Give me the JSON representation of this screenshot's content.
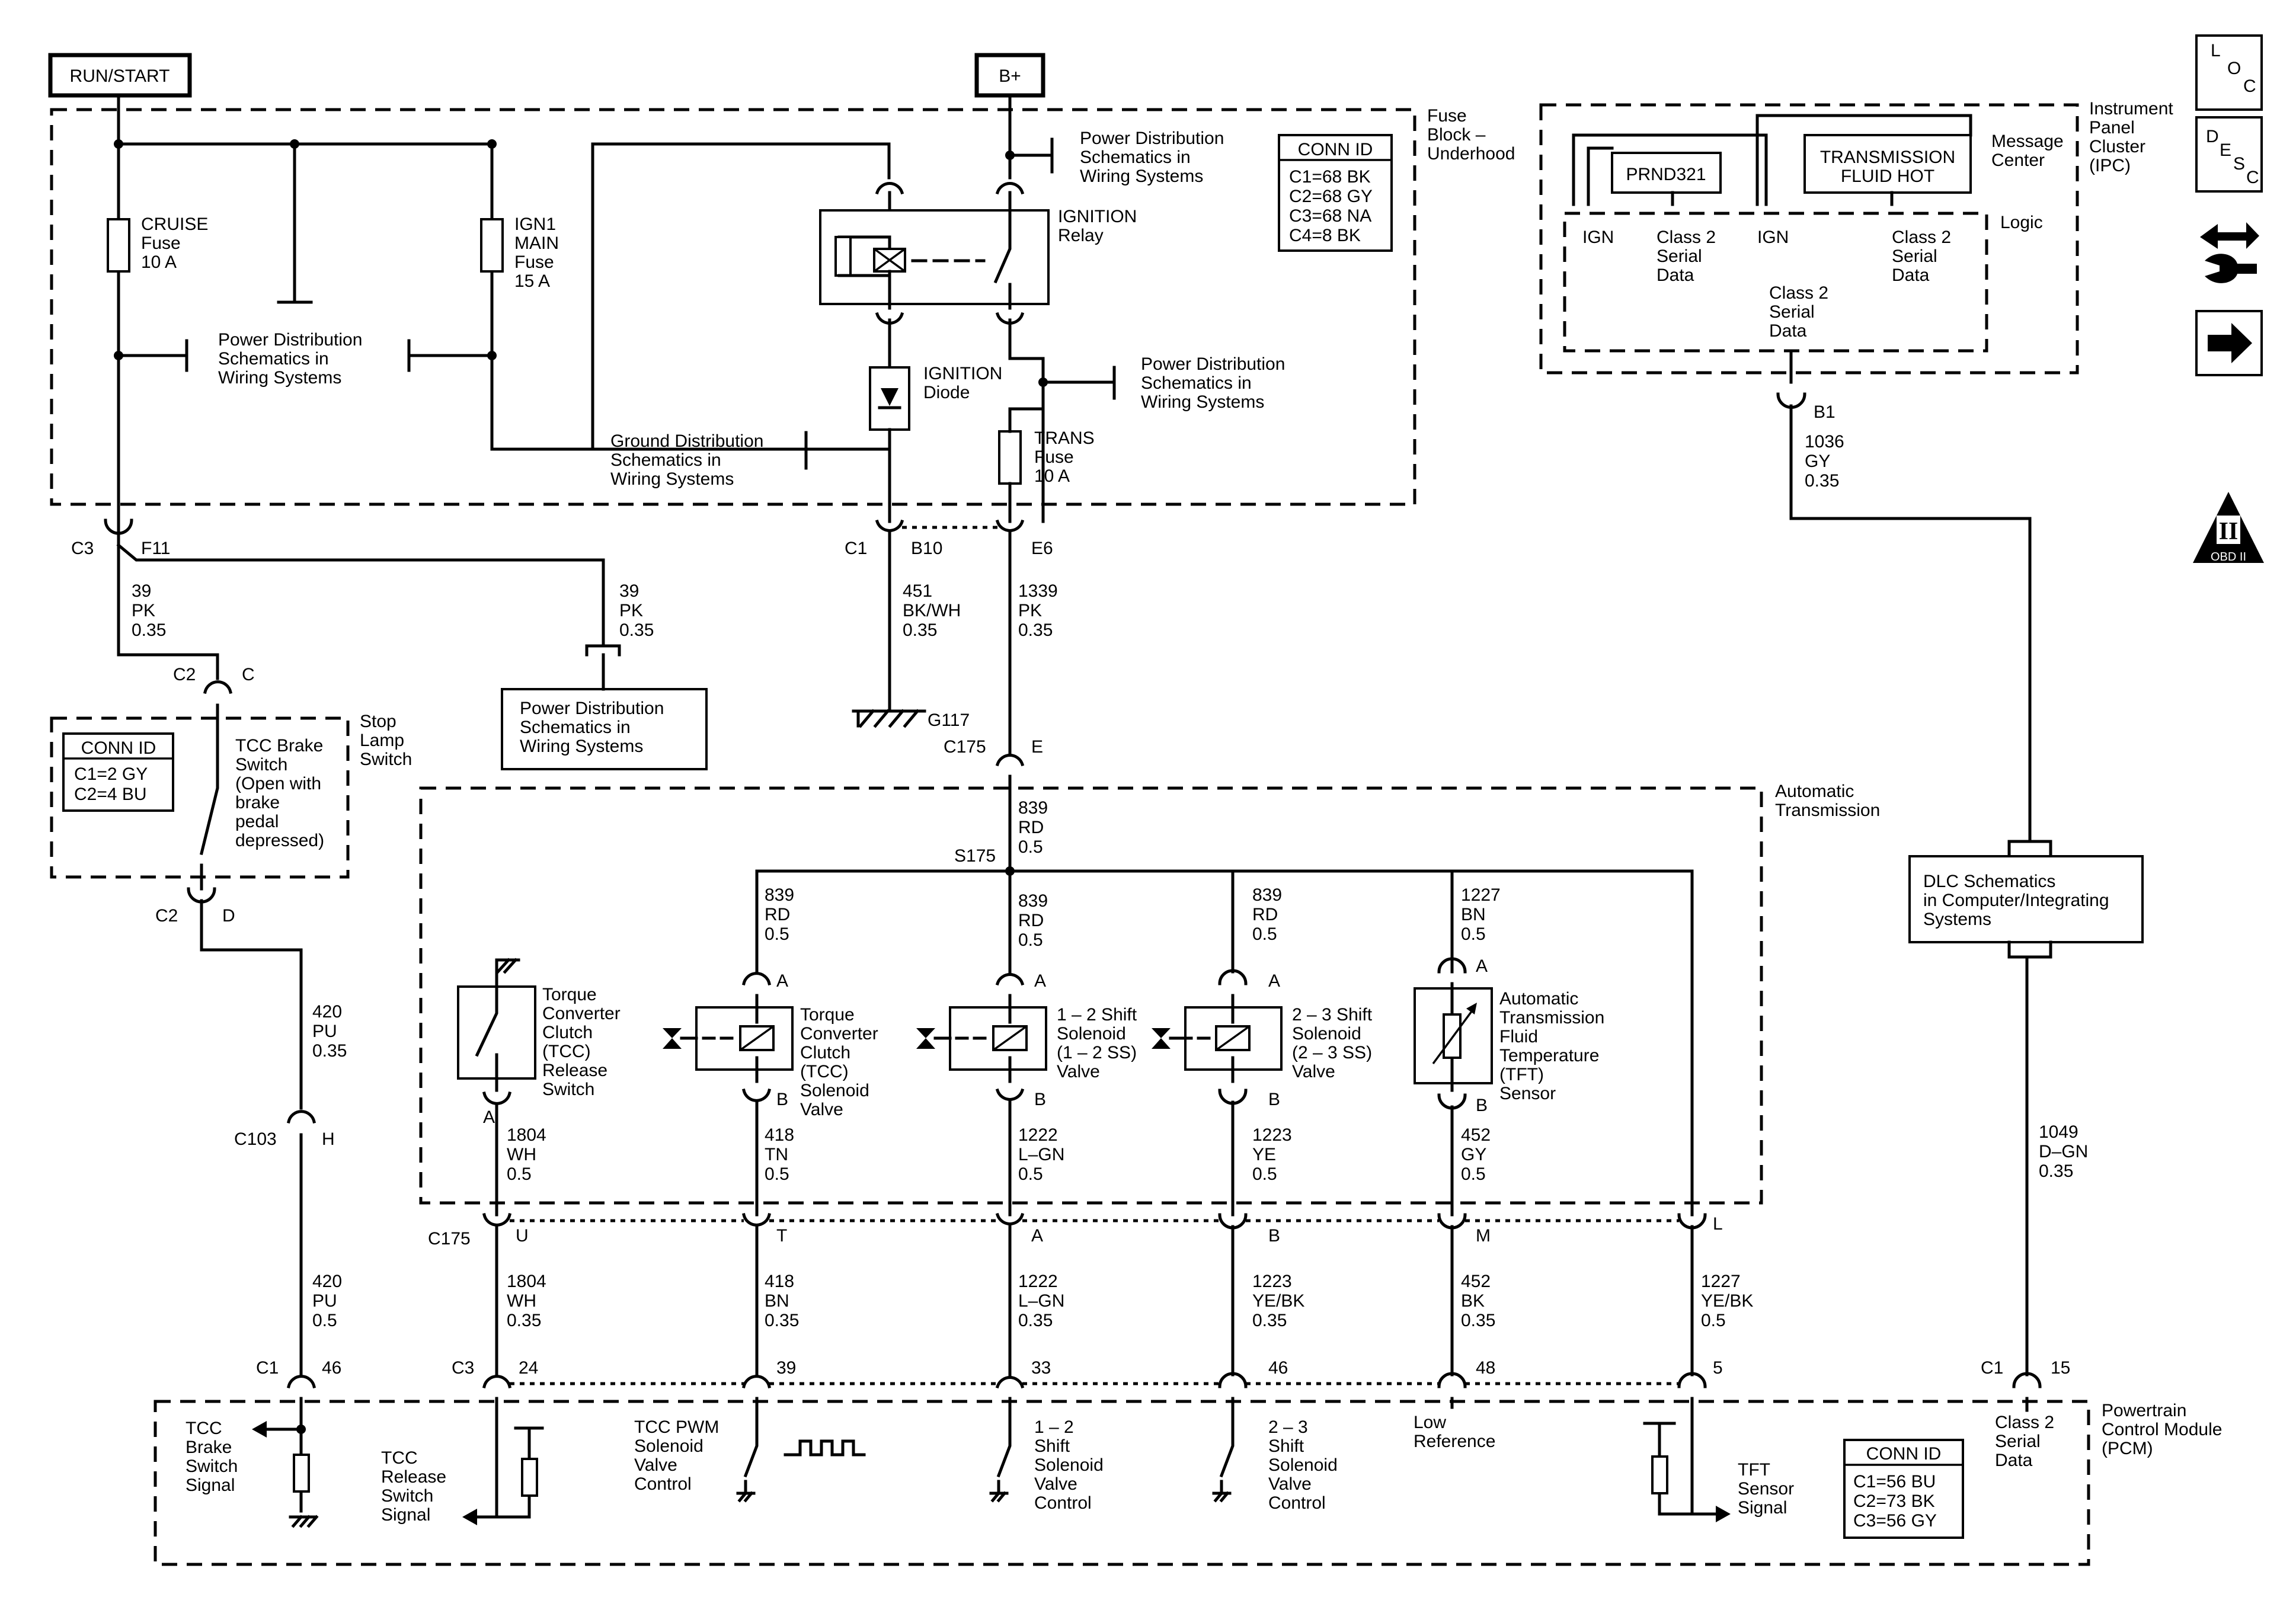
{
  "power": {
    "run_start": "RUN/START",
    "b_plus": "B+"
  },
  "fuse_block": {
    "title": [
      "Fuse",
      "Block –",
      "Underhood"
    ],
    "cruise_fuse": [
      "CRUISE",
      "Fuse",
      "10 A"
    ],
    "ign1_fuse": [
      "IGN1",
      "MAIN",
      "Fuse",
      "15 A"
    ],
    "trans_fuse": [
      "TRANS",
      "Fuse",
      "10 A"
    ],
    "ignition_relay": [
      "IGNITION",
      "Relay"
    ],
    "ignition_diode": [
      "IGNITION",
      "Diode"
    ],
    "pwr_dist_top": [
      "Power Distribution",
      "Schematics in",
      "Wiring Systems"
    ],
    "pwr_dist_mid": [
      "Power Distribution",
      "Schematics in",
      "Wiring Systems"
    ],
    "pwr_dist_right": [
      "Power Distribution",
      "Schematics in",
      "Wiring Systems"
    ],
    "ground_dist": [
      "Ground Distribution",
      "Schematics in",
      "Wiring Systems"
    ],
    "conn_id": {
      "title": "CONN ID",
      "lines": [
        "C1=68 BK",
        "C2=68 GY",
        "C3=68 NA",
        "C4=8 BK"
      ]
    }
  },
  "connectors": {
    "c3": "C3",
    "f11": "F11",
    "c1_top": "C1",
    "b10": "B10",
    "e6": "E6",
    "c2_c": "C2",
    "c_pin": "C",
    "c2_d": "C2",
    "d_pin": "D",
    "c103": "C103",
    "h_pin": "H",
    "c175_top": "C175",
    "e_pin": "E",
    "s175": "S175",
    "g117": "G117",
    "c175_mid": "C175",
    "pins_mid": [
      "U",
      "T",
      "A",
      "B",
      "M",
      "L"
    ],
    "pcm_c1_left": "C1",
    "pin_46_left": "46",
    "pcm_c3": "C3",
    "pins_pcm": [
      "24",
      "39",
      "33",
      "46",
      "48",
      "5"
    ],
    "pcm_c1_right": "C1",
    "pin_15": "15",
    "b1": "B1"
  },
  "wires": {
    "w39_left": [
      "39",
      "PK",
      "0.35"
    ],
    "w39_right": [
      "39",
      "PK",
      "0.35"
    ],
    "w451": [
      "451",
      "BK/WH",
      "0.35"
    ],
    "w1339": [
      "1339",
      "PK",
      "0.35"
    ],
    "w839_top": [
      "839",
      "RD",
      "0.5"
    ],
    "w839_a": [
      "839",
      "RD",
      "0.5"
    ],
    "w839_b": [
      "839",
      "RD",
      "0.5"
    ],
    "w839_c": [
      "839",
      "RD",
      "0.5"
    ],
    "w1227_top": [
      "1227",
      "BN",
      "0.5"
    ],
    "w420_top": [
      "420",
      "PU",
      "0.35"
    ],
    "w420_bot": [
      "420",
      "PU",
      "0.5"
    ],
    "w1804_top": [
      "1804",
      "WH",
      "0.5"
    ],
    "w418_top": [
      "418",
      "TN",
      "0.5"
    ],
    "w1222_top": [
      "1222",
      "L–GN",
      "0.5"
    ],
    "w1223_top": [
      "1223",
      "YE",
      "0.5"
    ],
    "w452_top": [
      "452",
      "GY",
      "0.5"
    ],
    "w1804_bot": [
      "1804",
      "WH",
      "0.35"
    ],
    "w418_bot": [
      "418",
      "BN",
      "0.35"
    ],
    "w1222_bot": [
      "1222",
      "L–GN",
      "0.35"
    ],
    "w1223_bot": [
      "1223",
      "YE/BK",
      "0.35"
    ],
    "w452_bot": [
      "452",
      "BK",
      "0.35"
    ],
    "w1227_bot": [
      "1227",
      "YE/BK",
      "0.5"
    ],
    "w1036": [
      "1036",
      "GY",
      "0.35"
    ],
    "w1049": [
      "1049",
      "D–GN",
      "0.35"
    ]
  },
  "pwr_dist_bottom": [
    "Power Distribution",
    "Schematics in",
    "Wiring Systems"
  ],
  "stop_lamp": {
    "title": [
      "Stop",
      "Lamp",
      "Switch"
    ],
    "switch": [
      "TCC Brake",
      "Switch",
      "(Open with",
      "brake",
      "pedal",
      "depressed)"
    ],
    "conn_id": {
      "title": "CONN ID",
      "lines": [
        "C1=2 GY",
        "C2=4 BU"
      ]
    }
  },
  "auto_trans": {
    "title": [
      "Automatic",
      "Transmission"
    ],
    "tcc_release": [
      "Torque",
      "Converter",
      "Clutch",
      "(TCC)",
      "Release",
      "Switch"
    ],
    "tcc_solenoid": [
      "Torque",
      "Converter",
      "Clutch",
      "(TCC)",
      "Solenoid",
      "Valve"
    ],
    "ss12": [
      "1 – 2 Shift",
      "Solenoid",
      "(1 – 2 SS)",
      "Valve"
    ],
    "ss23": [
      "2 – 3 Shift",
      "Solenoid",
      "(2 – 3 SS)",
      "Valve"
    ],
    "tft": [
      "Automatic",
      "Transmission",
      "Fluid",
      "Temperature",
      "(TFT)",
      "Sensor"
    ],
    "pin_a": "A",
    "pin_b": "B"
  },
  "ipc": {
    "title": [
      "Instrument",
      "Panel",
      "Cluster",
      "(IPC)"
    ],
    "message_center": [
      "Message",
      "Center"
    ],
    "prnd": "PRND321",
    "fluid_hot": [
      "TRANSMISSION",
      "FLUID HOT"
    ],
    "logic": "Logic",
    "ign": "IGN",
    "serial_left": [
      "Class 2",
      "Serial",
      "Data"
    ],
    "serial_right": [
      "Class 2",
      "Serial",
      "Data"
    ],
    "serial_bottom": [
      "Class 2",
      "Serial",
      "Data"
    ]
  },
  "dlc": [
    "DLC Schematics",
    "in Computer/Integrating",
    "Systems"
  ],
  "pcm": {
    "title": [
      "Powertrain",
      "Control Module",
      "(PCM)"
    ],
    "tcc_brake_signal": [
      "TCC",
      "Brake",
      "Switch",
      "Signal"
    ],
    "tcc_release_signal": [
      "TCC",
      "Release",
      "Switch",
      "Signal"
    ],
    "tcc_pwm": [
      "TCC PWM",
      "Solenoid",
      "Valve",
      "Control"
    ],
    "ss12_ctrl": [
      "1 – 2",
      "Shift",
      "Solenoid",
      "Valve",
      "Control"
    ],
    "ss23_ctrl": [
      "2 – 3",
      "Shift",
      "Solenoid",
      "Valve",
      "Control"
    ],
    "low_ref": [
      "Low",
      "Reference"
    ],
    "tft_signal": [
      "TFT",
      "Sensor",
      "Signal"
    ],
    "class2": [
      "Class 2",
      "Serial",
      "Data"
    ],
    "conn_id": {
      "title": "CONN ID",
      "lines": [
        "C1=56 BU",
        "C2=73 BK",
        "C3=56 GY"
      ]
    }
  },
  "side_icons": {
    "loc": [
      "L",
      "O",
      "C"
    ],
    "desc": [
      "D",
      "E",
      "S",
      "C"
    ],
    "obd": [
      "II",
      "OBD II"
    ],
    "icon_names": [
      "loc-icon",
      "desc-icon",
      "troubleshoot-icon",
      "next-arrow-icon",
      "obd-ii-icon"
    ]
  }
}
